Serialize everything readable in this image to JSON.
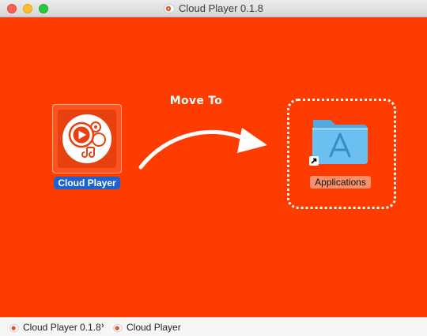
{
  "window": {
    "title": "Cloud Player 0.1.8"
  },
  "installer": {
    "move_text": "Move To",
    "app_label": "Cloud Player",
    "target_label": "Applications",
    "background_color": "#ff3c00",
    "selection_color": "#1b63d4"
  },
  "statusbar": {
    "crumbs": [
      "Cloud Player 0.1.8",
      "Cloud Player"
    ],
    "separator": "›"
  },
  "icons": [
    "disk-image-icon",
    "cloud-player-app-icon",
    "curved-arrow-icon",
    "applications-folder-icon",
    "alias-arrow-icon"
  ]
}
